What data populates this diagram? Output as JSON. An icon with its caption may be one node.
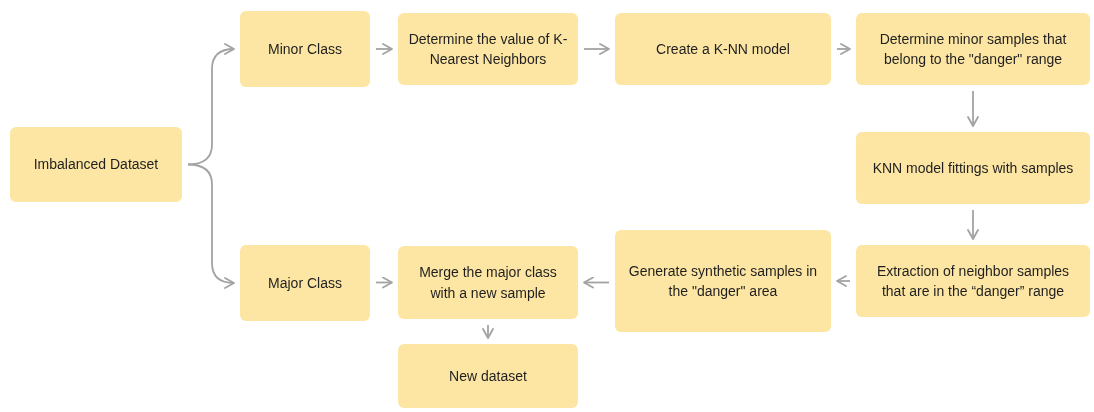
{
  "diagram": {
    "nodes": [
      {
        "text": [
          "Imbalanced Dataset"
        ]
      },
      {
        "text": [
          "Minor Class"
        ]
      },
      {
        "text": [
          "Determine the value of K-Nearest Neighbors"
        ]
      },
      {
        "text": [
          "Create a K-NN model"
        ]
      },
      {
        "text": [
          "Determine minor samples that belong to the \"danger\" range"
        ]
      },
      {
        "text": [
          "KNN model fittings with samples"
        ]
      },
      {
        "text": [
          "Extraction of neighbor samples that are in the “danger” range"
        ]
      },
      {
        "text": [
          "Generate synthetic samples in the \"danger\" area"
        ]
      },
      {
        "text": [
          "Merge the major class with a new sample"
        ]
      },
      {
        "text": [
          "Major Class"
        ]
      },
      {
        "text": [
          "New dataset"
        ]
      }
    ],
    "edges": [
      {
        "from": 0,
        "to": 1,
        "arrow": "to"
      },
      {
        "from": 0,
        "to": 9,
        "arrow": "to"
      },
      {
        "from": 1,
        "to": 2,
        "arrow": "to"
      },
      {
        "from": 2,
        "to": 3,
        "arrow": "to"
      },
      {
        "from": 3,
        "to": 4,
        "arrow": "to"
      },
      {
        "from": 4,
        "to": 5,
        "arrow": "to"
      },
      {
        "from": 5,
        "to": 6,
        "arrow": "to"
      },
      {
        "from": 6,
        "to": 7,
        "arrow": "to"
      },
      {
        "from": 7,
        "to": 8,
        "arrow": "to"
      },
      {
        "from": 9,
        "to": 8,
        "arrow": "to"
      },
      {
        "from": 8,
        "to": 10,
        "arrow": "to"
      }
    ]
  }
}
